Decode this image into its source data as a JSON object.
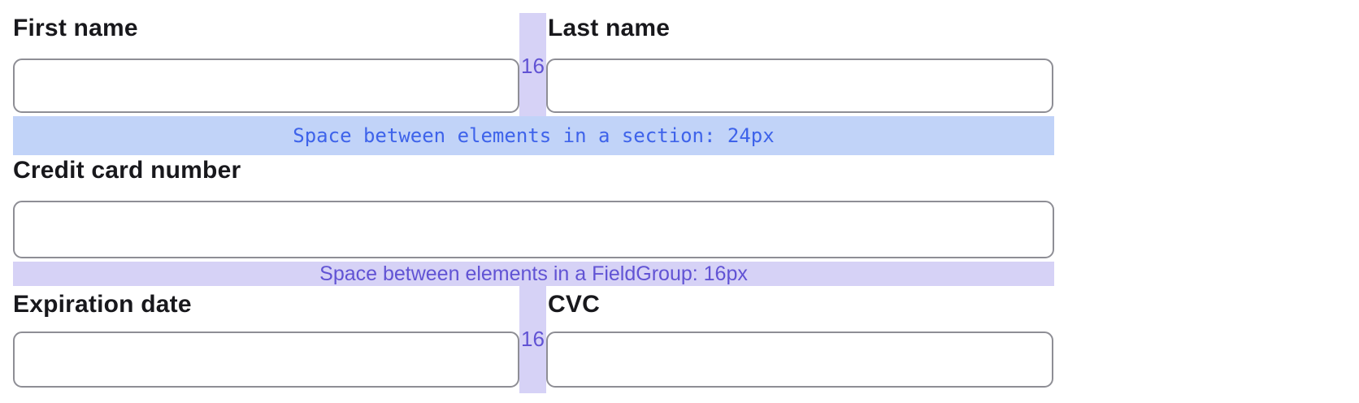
{
  "colors": {
    "label_text": "#18181c",
    "input_border": "#8e8e95",
    "section_band_bg": "#c1d3f8",
    "section_band_text": "#3e63ea",
    "fieldgroup_band_bg": "#d6d2f6",
    "fieldgroup_band_text": "#6153d4"
  },
  "form": {
    "row1": {
      "fields": [
        {
          "label": "First name",
          "value": ""
        },
        {
          "label": "Last name",
          "value": ""
        }
      ]
    },
    "row2": {
      "fields": [
        {
          "label": "Credit card number",
          "value": ""
        }
      ]
    },
    "row3": {
      "fields": [
        {
          "label": "Expiration date",
          "value": ""
        },
        {
          "label": "CVC",
          "value": ""
        }
      ]
    }
  },
  "annotations": {
    "section_spacing_label": "Space between elements in a section: 24px",
    "fieldgroup_spacing_label": "Space between elements in a FieldGroup: 16px",
    "horizontal_gap_top_label": "16",
    "horizontal_gap_bottom_label": "16"
  }
}
